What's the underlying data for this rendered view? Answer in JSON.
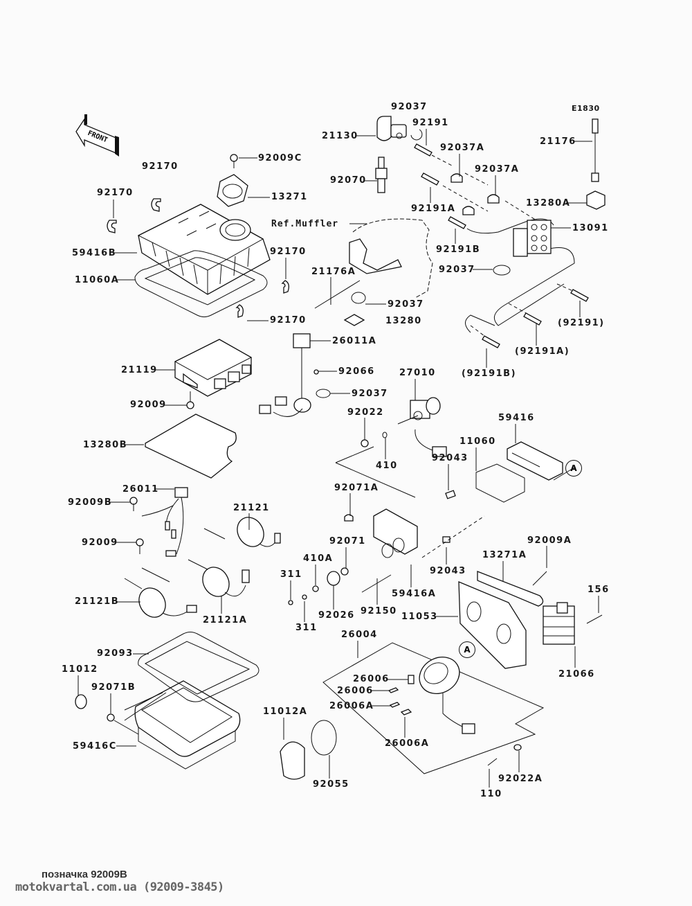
{
  "diagram": {
    "code": "E1830",
    "front_arrow": "FRONT",
    "ref_muffler": "Ref.Muffler",
    "callout_a": "A",
    "parts": {
      "p92170_top": "92170",
      "p92170_left": "92170",
      "p92009C": "92009C",
      "p13271": "13271",
      "p59416B": "59416B",
      "p11060A": "11060A",
      "p92170_mid": "92170",
      "p92170_low": "92170",
      "p92037_top": "92037",
      "p21130": "21130",
      "p92191": "92191",
      "p92037A_1": "92037A",
      "p92037A_2": "92037A",
      "p92070": "92070",
      "p92191A": "92191A",
      "p92191B": "92191B",
      "p21176": "21176",
      "p13280A": "13280A",
      "p13091": "13091",
      "p92037_mid": "92037",
      "p21176A": "21176A",
      "p92037_low": "92037",
      "p13280": "13280",
      "p92191_paren": "(92191)",
      "p92191A_paren": "(92191A)",
      "p92191B_paren": "(92191B)",
      "p26011A": "26011A",
      "p21119": "21119",
      "p92066": "92066",
      "p92037_harness": "92037",
      "p92009": "92009",
      "p27010": "27010",
      "p92022": "92022",
      "p410": "410",
      "p59416": "59416",
      "p11060": "11060",
      "p13280B": "13280B",
      "p92043_top": "92043",
      "p92071A": "92071A",
      "p26011": "26011",
      "p92009B": "92009B",
      "p21121": "21121",
      "p92009_low": "92009",
      "p92071": "92071",
      "p410A": "410A",
      "p92043_mid": "92043",
      "p13271A": "13271A",
      "p92009A": "92009A",
      "p311_a": "311",
      "p311_b": "311",
      "p92026": "92026",
      "p92150": "92150",
      "p59416A": "59416A",
      "p21121B": "21121B",
      "p21121A": "21121A",
      "p11053": "11053",
      "p156": "156",
      "p21066": "21066",
      "p26004": "26004",
      "p92093": "92093",
      "p11012": "11012",
      "p92071B": "92071B",
      "p26006_1": "26006",
      "p26006_2": "26006",
      "p26006A_1": "26006A",
      "p26006A_2": "26006A",
      "p59416C": "59416C",
      "p11012A": "11012A",
      "p92055": "92055",
      "p92022A": "92022A",
      "p110": "110"
    }
  },
  "footer": {
    "caption": "позначка 92009В",
    "source": "motokvartal.com.ua (92009-3845)"
  }
}
